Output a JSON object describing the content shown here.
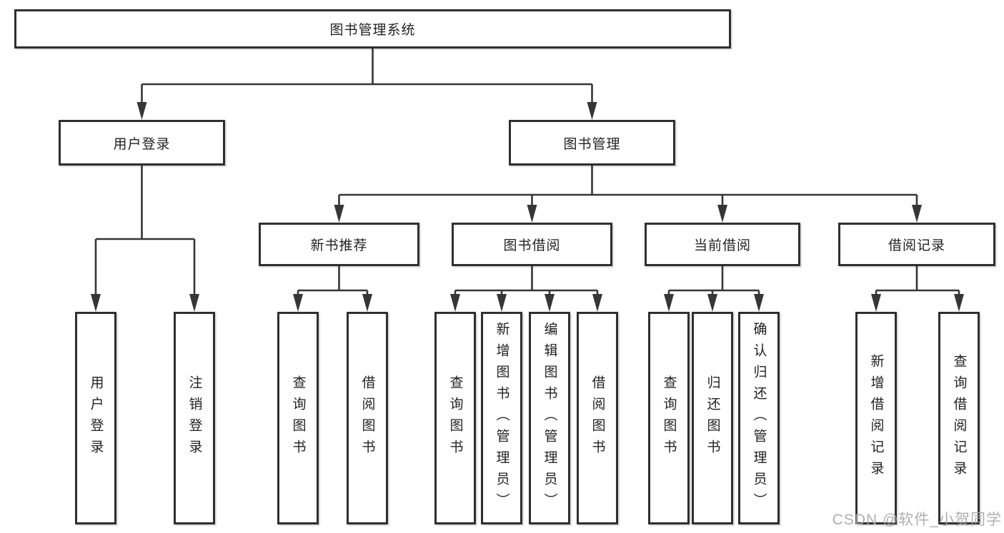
{
  "diagram": {
    "tree": {
      "root": {
        "label": "图书管理系统"
      },
      "level2": [
        {
          "label": "用户登录",
          "children": [
            {
              "label": "用户登录"
            },
            {
              "label": "注销登录"
            }
          ]
        },
        {
          "label": "图书管理",
          "children": [
            {
              "label": "新书推荐",
              "children": [
                {
                  "label": "查询图书"
                },
                {
                  "label": "借阅图书"
                }
              ]
            },
            {
              "label": "图书借阅",
              "children": [
                {
                  "label": "查询图书"
                },
                {
                  "label": "新增图书（管理员）"
                },
                {
                  "label": "编辑图书（管理员）"
                },
                {
                  "label": "借阅图书"
                }
              ]
            },
            {
              "label": "当前借阅",
              "children": [
                {
                  "label": "查询图书"
                },
                {
                  "label": "归还图书"
                },
                {
                  "label": "确认归还（管理员）"
                }
              ]
            },
            {
              "label": "借阅记录",
              "children": [
                {
                  "label": "新增借阅记录"
                },
                {
                  "label": "查询借阅记录"
                }
              ]
            }
          ]
        }
      ]
    },
    "colors": {
      "line": "#363636",
      "box_border": "#2f2f2f",
      "text": "#222222",
      "background": "#ffffff",
      "watermark": "#a8a8a8"
    }
  },
  "watermark": {
    "text": "CSDN @软件_小贺同学"
  }
}
